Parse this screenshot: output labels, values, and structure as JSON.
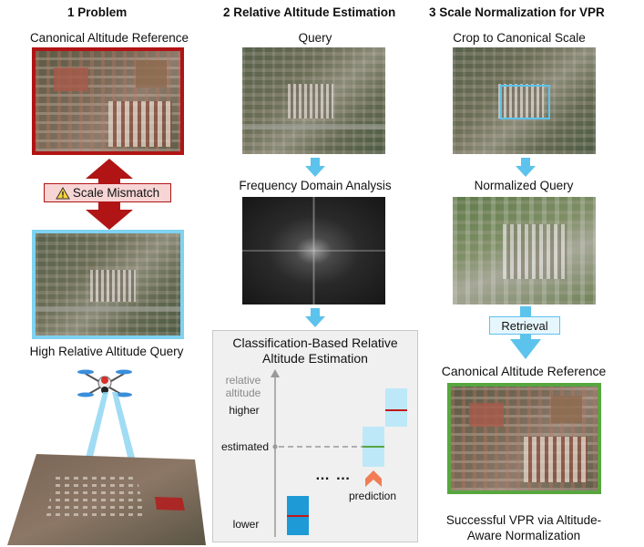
{
  "columns": {
    "problem": {
      "title": "1 Problem",
      "top_label": "Canonical Altitude Reference",
      "mismatch_label": "Scale Mismatch",
      "bottom_label": "High Relative Altitude Query"
    },
    "estimation": {
      "title": "2 Relative Altitude Estimation",
      "query_label": "Query",
      "freq_label": "Frequency Domain Analysis",
      "panel": {
        "title_line1": "Classification-Based Relative",
        "title_line2": "Altitude Estimation",
        "axis_line1": "relative",
        "axis_line2": "altitude",
        "higher": "higher",
        "estimated": "estimated",
        "lower": "lower",
        "dots": "… …",
        "prediction": "prediction"
      }
    },
    "normalization": {
      "title": "3 Scale Normalization for VPR",
      "crop_label": "Crop to Canonical Scale",
      "normalized_label": "Normalized Query",
      "retrieval_label": "Retrieval",
      "reference_label": "Canonical Altitude Reference",
      "result_line1": "Successful VPR via Altitude-",
      "result_line2": "Aware Normalization"
    }
  },
  "colors": {
    "red": "#b11414",
    "light_blue": "#7fd2f0",
    "flow_blue": "#5cc3ec",
    "green": "#58a640",
    "warn_fill": "#f7d5d5",
    "bin_light": "#bde8f8",
    "bin_dark": "#1e9ad6",
    "prediction_orange": "#f07d55"
  }
}
